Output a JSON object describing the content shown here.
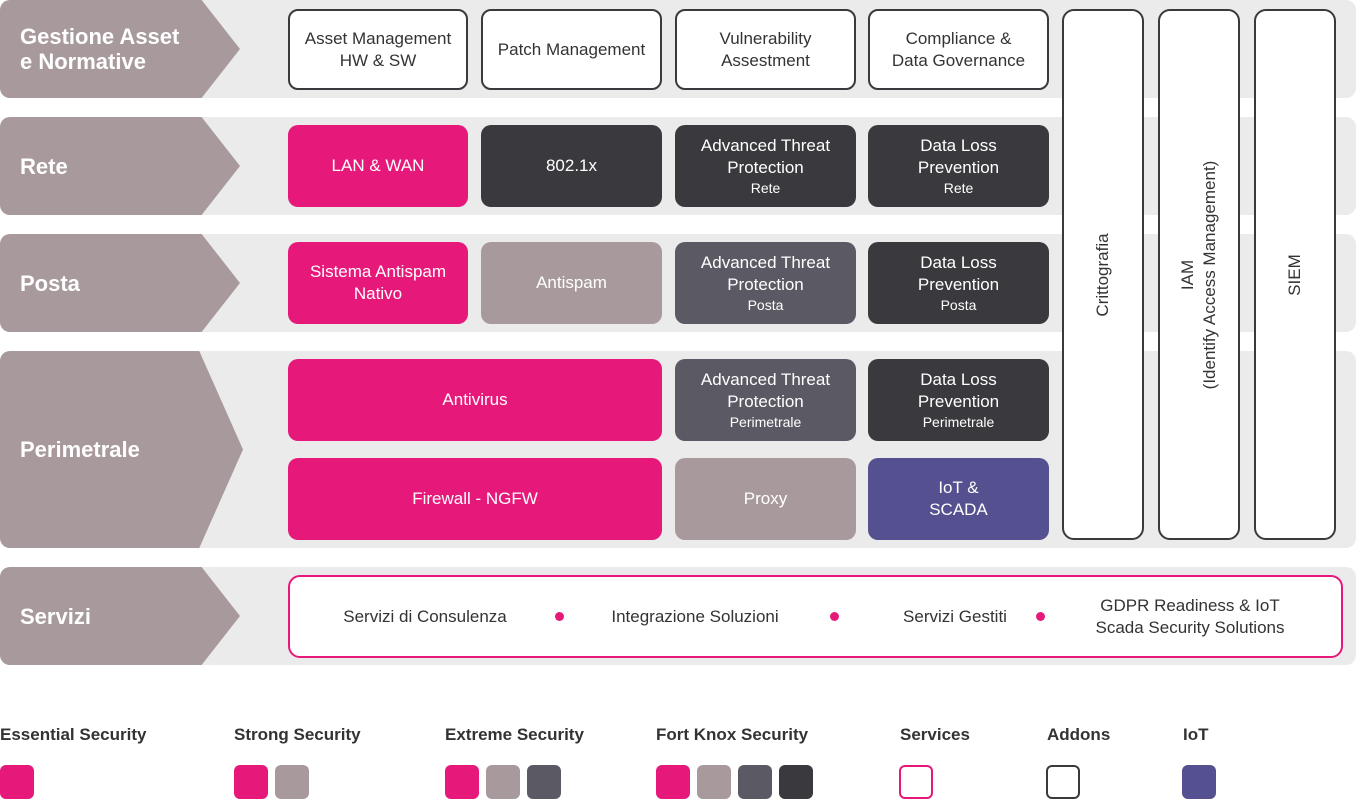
{
  "rows": {
    "gestione": {
      "label_line1": "Gestione Asset",
      "label_line2": "e Normative"
    },
    "rete": {
      "label": "Rete"
    },
    "posta": {
      "label": "Posta"
    },
    "perimetrale": {
      "label": "Perimetrale"
    },
    "servizi": {
      "label": "Servizi"
    }
  },
  "gestione_boxes": {
    "asset": {
      "line1": "Asset Management",
      "line2": "HW & SW"
    },
    "patch": {
      "line1": "Patch Management"
    },
    "vuln": {
      "line1": "Vulnerability",
      "line2": "Assestment"
    },
    "compliance": {
      "line1": "Compliance &",
      "line2": "Data Governance"
    }
  },
  "rete_boxes": {
    "lan": {
      "line1": "LAN & WAN"
    },
    "dot1x": {
      "line1": "802.1x"
    },
    "atp": {
      "line1": "Advanced Threat",
      "line2": "Protection",
      "sub": "Rete"
    },
    "dlp": {
      "line1": "Data Loss",
      "line2": "Prevention",
      "sub": "Rete"
    }
  },
  "posta_boxes": {
    "antispam_nativo": {
      "line1": "Sistema Antispam",
      "line2": "Nativo"
    },
    "antispam": {
      "line1": "Antispam"
    },
    "atp": {
      "line1": "Advanced Threat",
      "line2": "Protection",
      "sub": "Posta"
    },
    "dlp": {
      "line1": "Data Loss",
      "line2": "Prevention",
      "sub": "Posta"
    }
  },
  "perimetrale_boxes": {
    "antivirus": {
      "line1": "Antivirus"
    },
    "atp": {
      "line1": "Advanced Threat",
      "line2": "Protection",
      "sub": "Perimetrale"
    },
    "dlp": {
      "line1": "Data Loss",
      "line2": "Prevention",
      "sub": "Perimetrale"
    },
    "firewall": {
      "line1": "Firewall - NGFW"
    },
    "proxy": {
      "line1": "Proxy"
    },
    "iot": {
      "line1": "IoT &",
      "line2": "SCADA"
    }
  },
  "vertical": {
    "crittografia": {
      "line1": "Crittografia"
    },
    "iam": {
      "line1": "IAM",
      "line2": "(Identify Access Management)"
    },
    "siem": {
      "line1": "SIEM"
    }
  },
  "services": {
    "consulenza": "Servizi di Consulenza",
    "integrazione": "Integrazione Soluzioni",
    "gestiti": "Servizi Gestiti",
    "gdpr_line1": "GDPR Readiness & IoT",
    "gdpr_line2": "Scada Security Solutions"
  },
  "legend": {
    "essential": "Essential Security",
    "strong": "Strong Security",
    "extreme": "Extreme Security",
    "fortknox": "Fort Knox Security",
    "services": "Services",
    "addons": "Addons",
    "iot": "IoT"
  },
  "colors": {
    "essential_magenta": "#e6197a",
    "strong_taupe": "#a89a9c",
    "extreme_slate": "#5b5a64",
    "fortknox_dark": "#3a3a3e",
    "iot_purple": "#55508f",
    "band_grey": "#ebebeb"
  }
}
